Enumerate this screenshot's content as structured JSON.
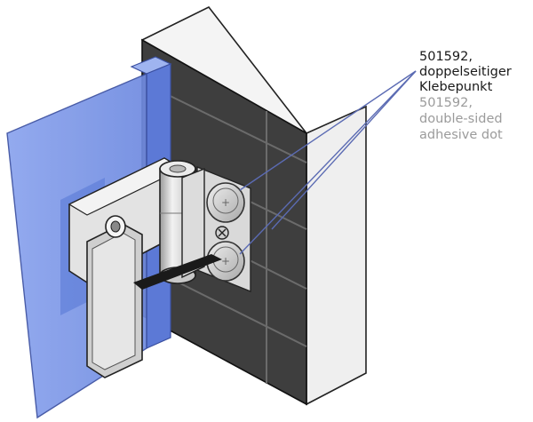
{
  "callout": {
    "de": [
      "501592,",
      "doppelseitiger",
      "Klebepunkt"
    ],
    "en": [
      "501592,",
      "double-sided",
      "adhesive dot"
    ]
  },
  "colors": {
    "glass": "#7d98e6",
    "glass_edge": "#4f6fd0",
    "wall_front": "#3e3e3e",
    "wall_top": "#f4f4f4",
    "wall_side": "#efefef",
    "hinge": "#e0e0e0",
    "leader": "#5b6bb3"
  },
  "icons": [
    "screw-icon",
    "adhesive-dot-icon"
  ]
}
